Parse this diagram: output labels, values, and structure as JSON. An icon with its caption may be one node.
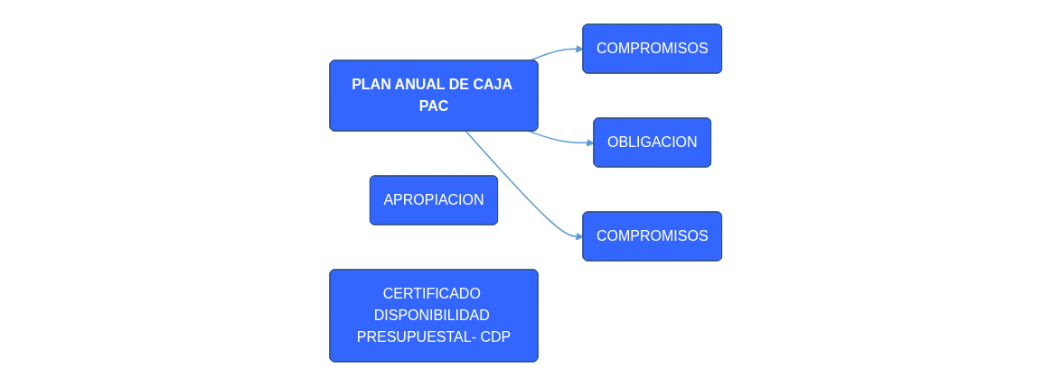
{
  "diagram": {
    "nodes": [
      {
        "text": [
          "APROPIACION"
        ]
      },
      {
        "text": [
          "CERTIFICADO DISPONIBILIDAD PRESUPUESTAL- CDP"
        ]
      },
      {
        "text": [
          "COMPROMISOS"
        ]
      },
      {
        "text": [
          "OBLIGACION"
        ]
      },
      {
        "text": [
          "COMPROMISOS"
        ]
      },
      {
        "text": [
          "PLAN ANUAL DE CAJA PAC"
        ]
      }
    ],
    "edges": [
      {
        "from": 5,
        "to": 2,
        "arrow": "to"
      },
      {
        "from": 5,
        "to": 3,
        "arrow": "to"
      },
      {
        "from": 5,
        "to": 4,
        "arrow": "to"
      }
    ]
  }
}
